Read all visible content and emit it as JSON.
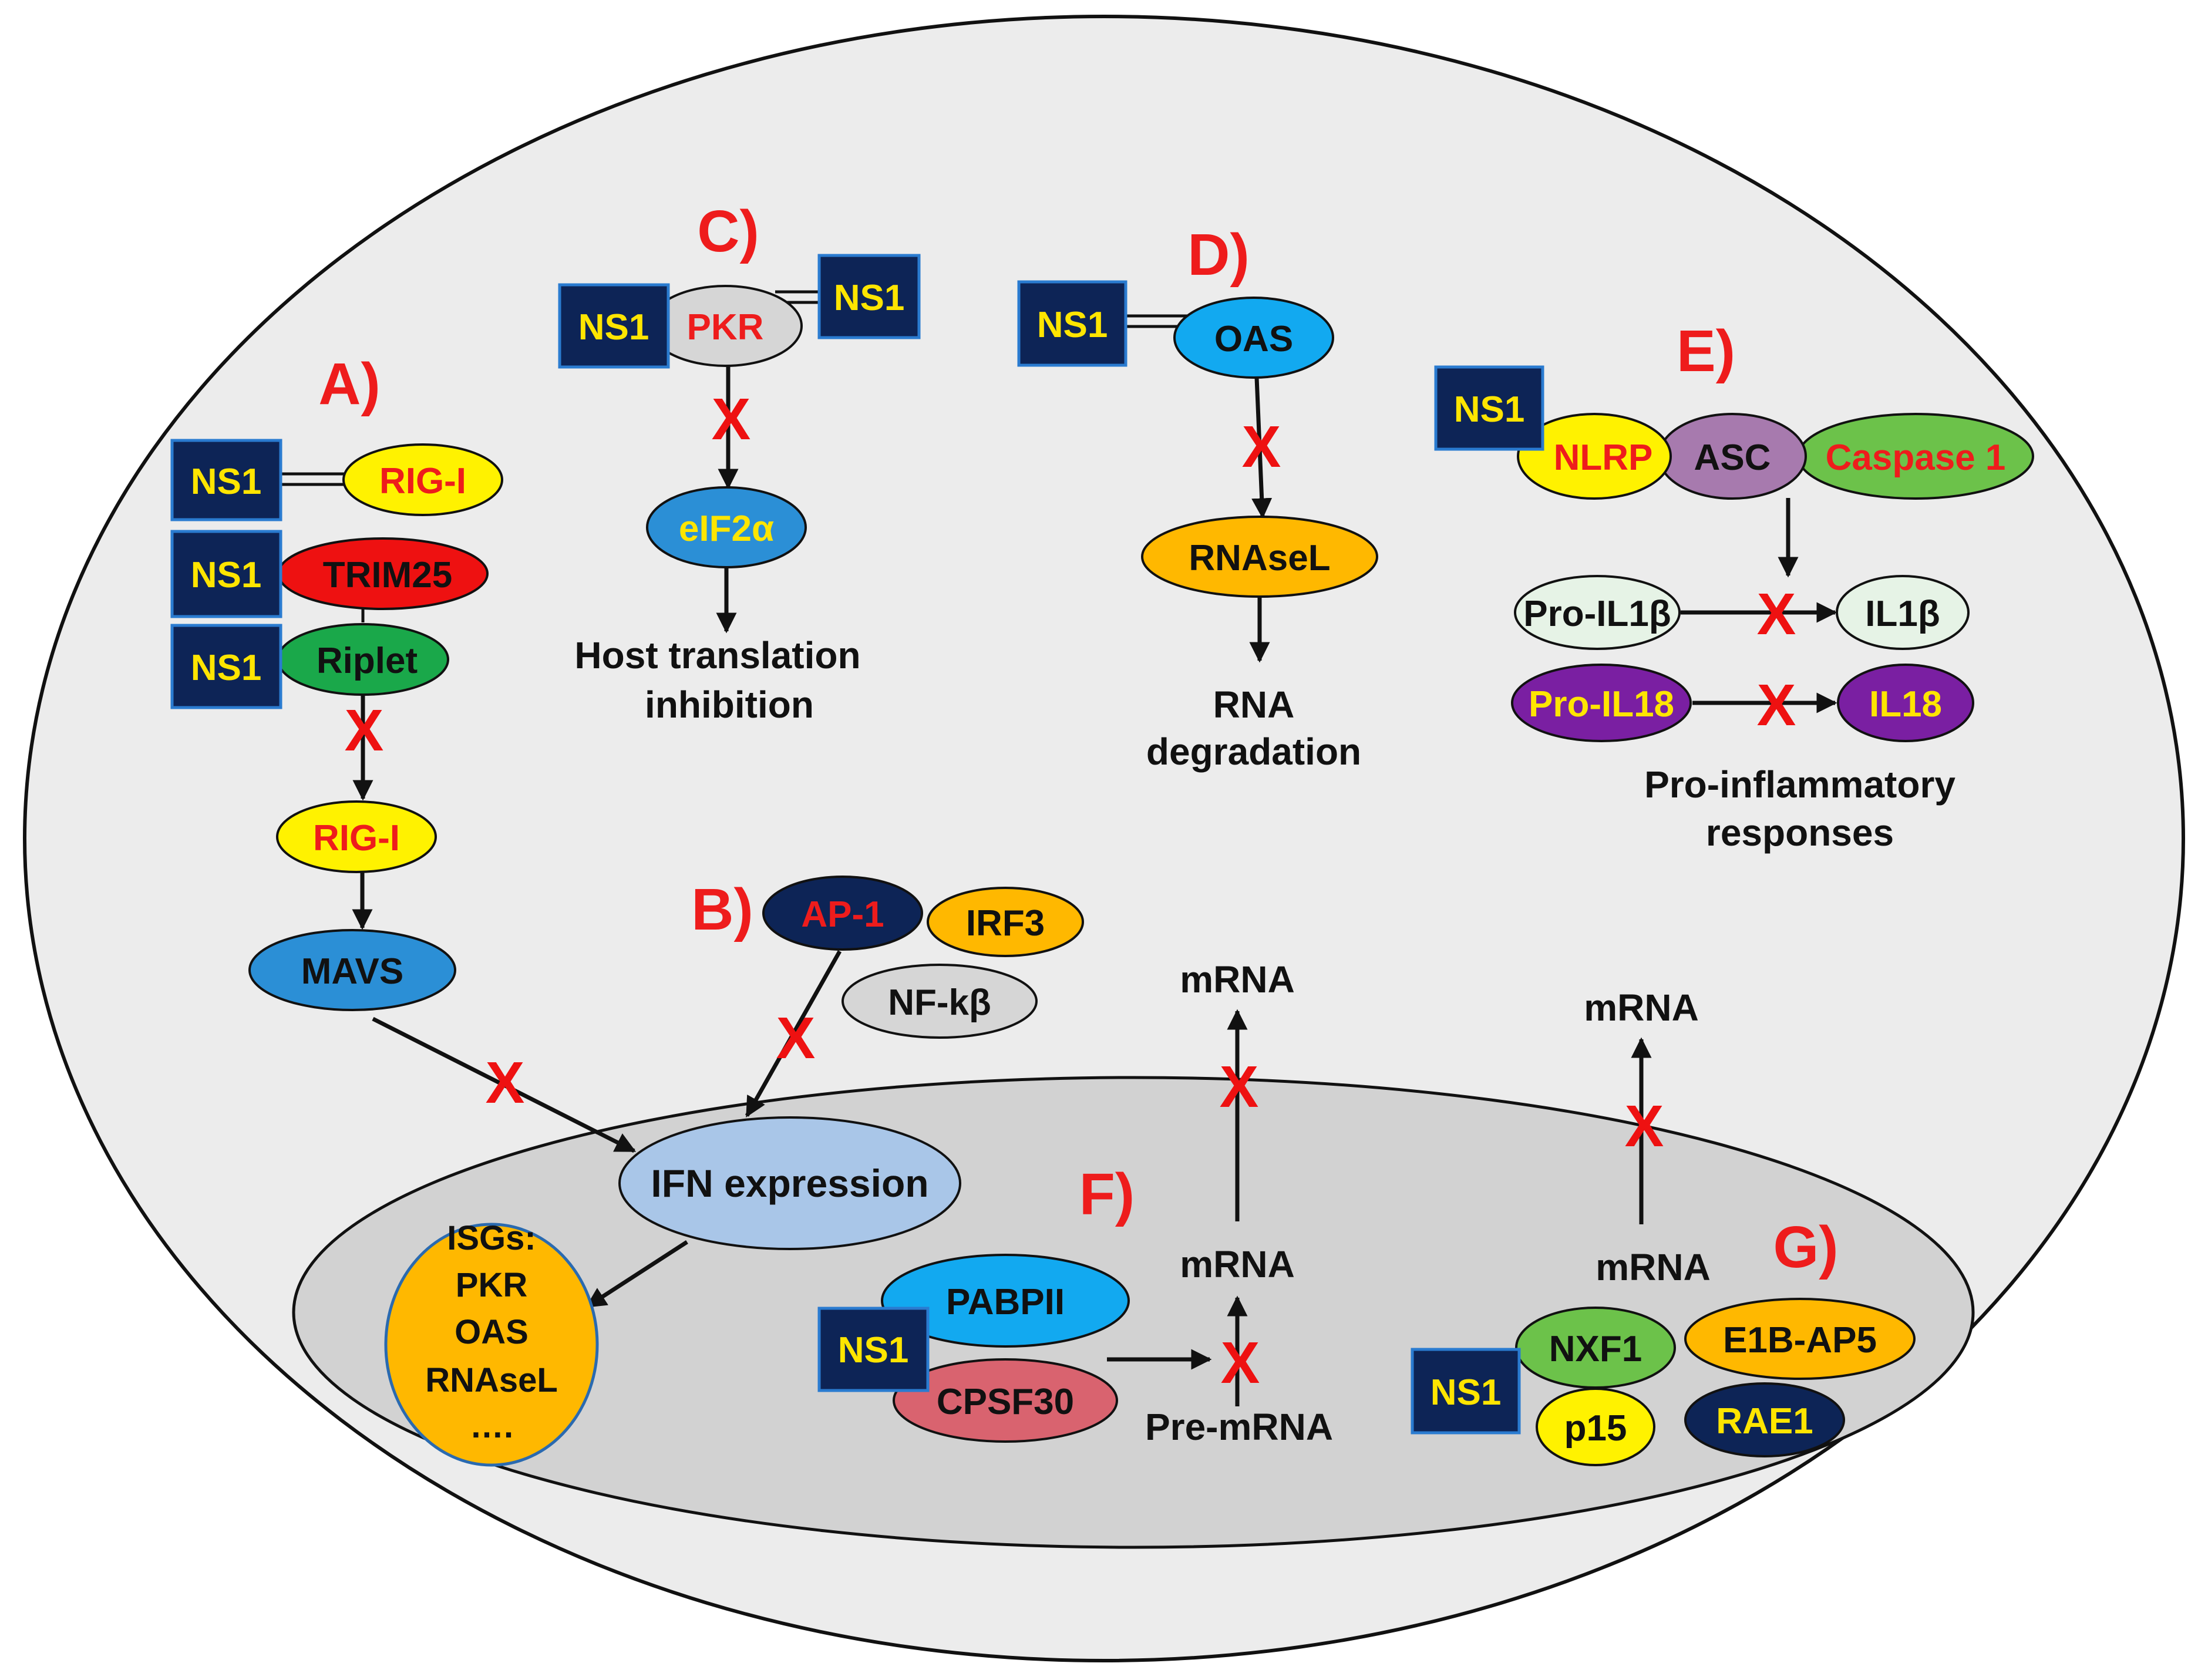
{
  "panels": {
    "a": "A)",
    "b": "B)",
    "c": "C)",
    "d": "D)",
    "e": "E)",
    "f": "F)",
    "g": "G)"
  },
  "labels": {
    "ns1": "NS1",
    "rig_i": "RIG-I",
    "trim25": "TRIM25",
    "riplet": "Riplet",
    "mavs": "MAVS",
    "pkr": "PKR",
    "eif2a": "eIF2α",
    "host_translation_line1": "Host translation",
    "host_translation_line2": "inhibition",
    "oas": "OAS",
    "rnasel": "RNAseL",
    "rna_degradation_line1": "RNA",
    "rna_degradation_line2": "degradation",
    "nlrp": "NLRP",
    "asc": "ASC",
    "caspase1": "Caspase 1",
    "pro_il1b": "Pro-IL1β",
    "il1b": "IL1β",
    "pro_il18": "Pro-IL18",
    "il18": "IL18",
    "proinflam_line1": "Pro-inflammatory",
    "proinflam_line2": "responses",
    "ap1": "AP-1",
    "irf3": "IRF3",
    "nfkb": "NF-kβ",
    "ifn_expression": "IFN expression",
    "isgs": [
      "ISGs:",
      "PKR",
      "OAS",
      "RNAseL",
      "…."
    ],
    "mrna": "mRNA",
    "pre_mrna": "Pre-mRNA",
    "pabpii": "PABPII",
    "cpsf30": "CPSF30",
    "nxf1": "NXF1",
    "p15": "p15",
    "e1b_ap5": "E1B-AP5",
    "rae1": "RAE1",
    "block": "X"
  },
  "colors": {
    "cell_fill": "#ececec",
    "nucleus_fill": "#d2d2d2",
    "ns1_box": "#0d2456",
    "ns1_text": "#ffe500",
    "panel_red": "#ee1c1c",
    "yellow": "#fff200",
    "red": "#ee1111",
    "green": "#1aa84a",
    "light_green": "#6cc24a",
    "blue": "#2b8fd6",
    "light_blue": "#12a9f0",
    "ifn_blue": "#a9c6e8",
    "orange": "#ffb800",
    "grey": "#d6d6d6",
    "purple": "#a77aae",
    "violet": "#7a1fa2",
    "pale_green": "#e6f3e6",
    "navy": "#0d2456",
    "pink": "#d9636f"
  }
}
